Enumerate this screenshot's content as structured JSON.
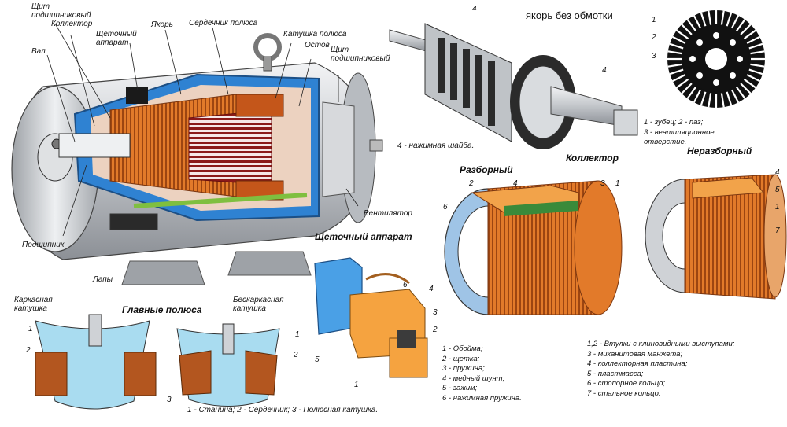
{
  "motor": {
    "labels": {
      "shield_bearing_left": "Щит\nподшипниковый",
      "collector": "Коллектор",
      "shaft": "Вал",
      "brush_apparatus": "Щеточный\nаппарат",
      "armature": "Якорь",
      "pole_core": "Сердечник полюса",
      "pole_coil": "Катушка полюса",
      "frame": "Остов",
      "shield_bearing_right": "Щит\nподшипниковый",
      "fan": "Вентилятор",
      "bearing": "Подшипник",
      "feet": "Лапы"
    }
  },
  "armature_no_winding": {
    "title": "якорь без обмотки",
    "num_top": "4",
    "num_right": "4",
    "caption": "4 - нажимная шайба."
  },
  "lamination": {
    "nums": [
      "1",
      "2",
      "3"
    ],
    "caption_line1": "1 - зубец; 2 - паз;",
    "caption_line2": "3 - вентиляционное",
    "caption_line3": "отверстие."
  },
  "collector": {
    "title": "Коллектор",
    "left_title": "Разборный",
    "right_title": "Неразборный",
    "left_nums": [
      "2",
      "4",
      "3",
      "1",
      "6"
    ],
    "right_nums": [
      "4",
      "5",
      "1",
      "7"
    ],
    "legend": [
      "1,2 - Втулки с клиновидными выступами;",
      "3 - миканитовая манжета;",
      "4 - коллекторная пластина;",
      "5 - пластмасса;",
      "6 - стопорное кольцо;",
      "7 - стальное кольцо."
    ]
  },
  "brush": {
    "title": "Щеточный аппарат",
    "nums": [
      "6",
      "4",
      "3",
      "2",
      "5",
      "1"
    ],
    "legend": [
      "1 - Обойма;",
      "2 - щетка;",
      "3 - пружина;",
      "4 - медный шунт;",
      "5 - зажим;",
      "6 - нажимная пружина."
    ]
  },
  "poles": {
    "title": "Главные полюса",
    "left_label": "Каркасная\nкатушка",
    "right_label": "Бескаркасная\nкатушка",
    "left_nums": [
      "1",
      "2",
      "3"
    ],
    "right_nums": [
      "1",
      "2"
    ],
    "caption": "1 - Станина; 2 - Сердечник; 3 - Полюсная катушка."
  },
  "colors": {
    "steel": "#c9ccd0",
    "copper": "#d9701e",
    "blue": "#3b8fd8",
    "green": "#7fbf3f",
    "dark": "#1a1a1a"
  }
}
